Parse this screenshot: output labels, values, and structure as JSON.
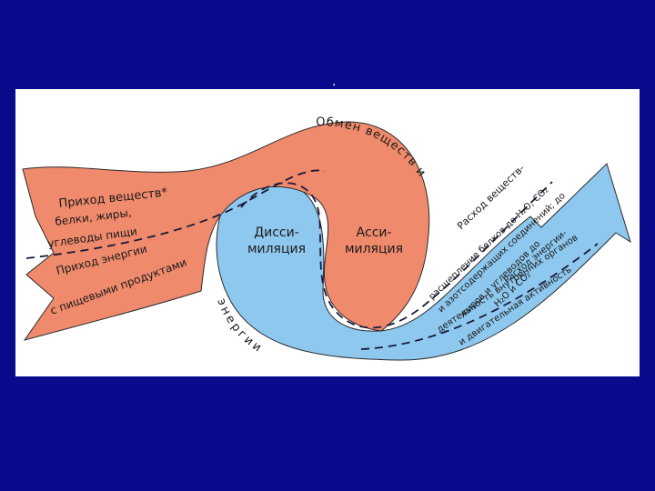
{
  "diagram": {
    "dot": ".",
    "intake": {
      "substances": "Приход веществ*",
      "proteins_fats": "белки, жиры,",
      "carbs_food": "углеводы пищи",
      "energy_line1": "Приход энергии",
      "energy_line2": "с пищевыми продуктами"
    },
    "center": {
      "diss_line1": "Дисси-",
      "diss_line2": "миляция",
      "assim_line1": "Асси-",
      "assim_line2": "миляция"
    },
    "exchange": {
      "top_arc": "Обмен веществ и",
      "bottom_arc": "энергии"
    },
    "output_substances": {
      "line1": "Расход веществ-",
      "line2": "расщепление белков до H₂O, CO₂",
      "line3": "и азотсодержащих соединений; до",
      "line4": "жиров и углеводов до",
      "line5": "H₂O и CO₂"
    },
    "output_energy": {
      "line1": "Расход энергии-",
      "line2": "деятельность внутренних органов",
      "line3": "и двигательная активность"
    },
    "colors": {
      "background": "#0a0a8c",
      "orange": "#f08a6c",
      "blue": "#8ec8ee",
      "outline": "#2a2a2a"
    }
  }
}
